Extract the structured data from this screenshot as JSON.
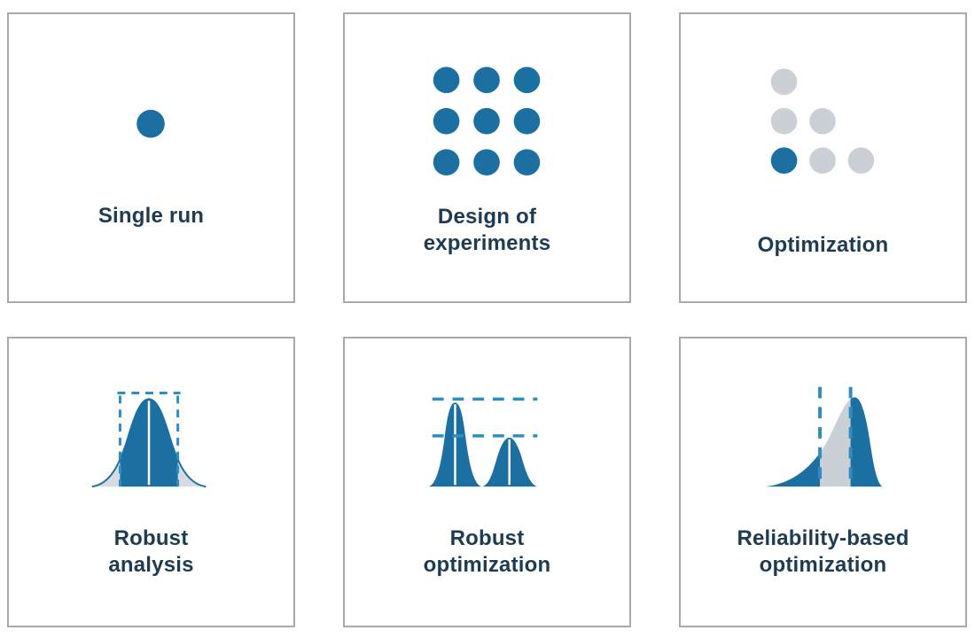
{
  "page_title": "Analysis capability tiles",
  "theme": {
    "teal": "#1b70a1",
    "dash_blue": "#2e8ec1",
    "dot_gray": "#cad0d6",
    "tail_gray": "#d7dbdf",
    "border_gray": "#a3abb0",
    "text_navy": "#1d3c53",
    "background": "#ffffff"
  },
  "cards": [
    {
      "id": "single-run",
      "lines": [
        "Single run"
      ],
      "icon": "single-dot-icon",
      "icon_description": "one teal dot"
    },
    {
      "id": "design-of-experiments",
      "lines": [
        "Design of",
        "experiments"
      ],
      "icon": "doe-dot-grid-icon",
      "icon_description": "3x3 grid of teal dots"
    },
    {
      "id": "optimization",
      "lines": [
        "Optimization"
      ],
      "icon": "optimization-dot-triangle-icon",
      "icon_description": "lower-left triangle of six dots, bottom-left dot teal (optimum), others gray"
    },
    {
      "id": "robust-analysis",
      "lines": [
        "Robust",
        "analysis"
      ],
      "icon": "robust-analysis-bell-icon",
      "icon_description": "bell curve with gray tails, teal center band, white mean line, dashed tolerance box"
    },
    {
      "id": "robust-optimization",
      "lines": [
        "Robust",
        "optimization"
      ],
      "icon": "robust-optimization-two-bells-icon",
      "icon_description": "tall and short teal bell curves with white mean lines and dashed level lines at each peak"
    },
    {
      "id": "reliability-based-optimization",
      "lines": [
        "Reliability-based",
        "optimization"
      ],
      "icon": "reliability-skewed-distribution-icon",
      "icon_description": "left-skewed distribution: teal tail, gray middle band between two dashed limit lines, teal peak region"
    }
  ]
}
